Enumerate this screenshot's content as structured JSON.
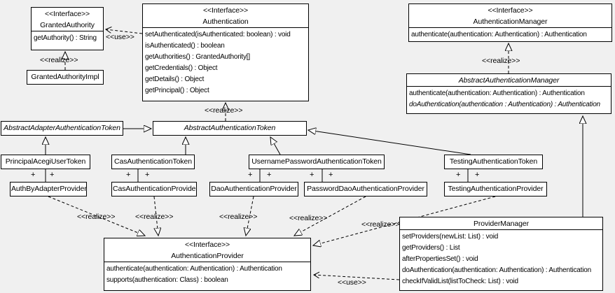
{
  "labels": {
    "use": "<<use>>",
    "realize": "<<realize>>",
    "plus": "+"
  },
  "colors": {
    "background": "#f0f0f0",
    "box_fill": "#ffffff",
    "line": "#000000"
  },
  "classes": {
    "granted_authority": {
      "stereotype": "<<Interface>>",
      "name": "GrantedAuthority",
      "methods": [
        "getAuthority() : String"
      ]
    },
    "granted_authority_impl": {
      "name": "GrantedAuthorityImpl"
    },
    "authentication": {
      "stereotype": "<<Interface>>",
      "name": "Authentication",
      "methods": [
        "setAuthenticated(isAuthenticated: boolean) : void",
        "isAuthenticated() : boolean",
        "getAuthorities() : GrantedAuthority[]",
        "getCredentials() : Object",
        "getDetails() : Object",
        "getPrincipal() : Object"
      ]
    },
    "authentication_manager": {
      "stereotype": "<<Interface>>",
      "name": "AuthenticationManager",
      "methods": [
        "authenticate(authentication: Authentication) : Authentication"
      ]
    },
    "abstract_authentication_manager": {
      "name": "AbstractAuthenticationManager",
      "methods": [
        "authenticate(authentication: Authentication) : Authentication",
        "doAuthentication(authentication : Authentication) : Authentication"
      ]
    },
    "abstract_adapter_authentication_token": {
      "name": "AbstractAdapterAuthenticationToken"
    },
    "abstract_authentication_token": {
      "name": "AbstractAuthenticationToken"
    },
    "principal_acegi_user_token": {
      "name": "PrincipalAcegiUserToken"
    },
    "cas_authentication_token": {
      "name": "CasAuthenticationToken"
    },
    "username_password_authentication_token": {
      "name": "UsernamePasswordAuthenticationToken"
    },
    "testing_authentication_token": {
      "name": "TestingAuthenticationToken"
    },
    "auth_by_adapter_provider": {
      "name": "AuthByAdapterProvider"
    },
    "cas_authentication_provider": {
      "name": "CasAuthenticationProvider"
    },
    "dao_authentication_provider": {
      "name": "DaoAuthenticationProvider"
    },
    "password_dao_authentication_provider": {
      "name": "PasswordDaoAuthenticationProvider"
    },
    "testing_authentication_provider": {
      "name": "TestingAuthenticationProvider"
    },
    "authentication_provider": {
      "stereotype": "<<Interface>>",
      "name": "AuthenticationProvider",
      "methods": [
        "authenticate(authentication: Authentication) : Authentication",
        "supports(authentication: Class) : boolean"
      ]
    },
    "provider_manager": {
      "name": "ProviderManager",
      "methods": [
        "setProviders(newList: List) : void",
        "getProviders() : List",
        "afterPropertiesSet() : void",
        "doAuthentication(authentication: Authentication) : Authentication",
        "checkIfValidList(listToCheck: List) : void"
      ]
    }
  }
}
